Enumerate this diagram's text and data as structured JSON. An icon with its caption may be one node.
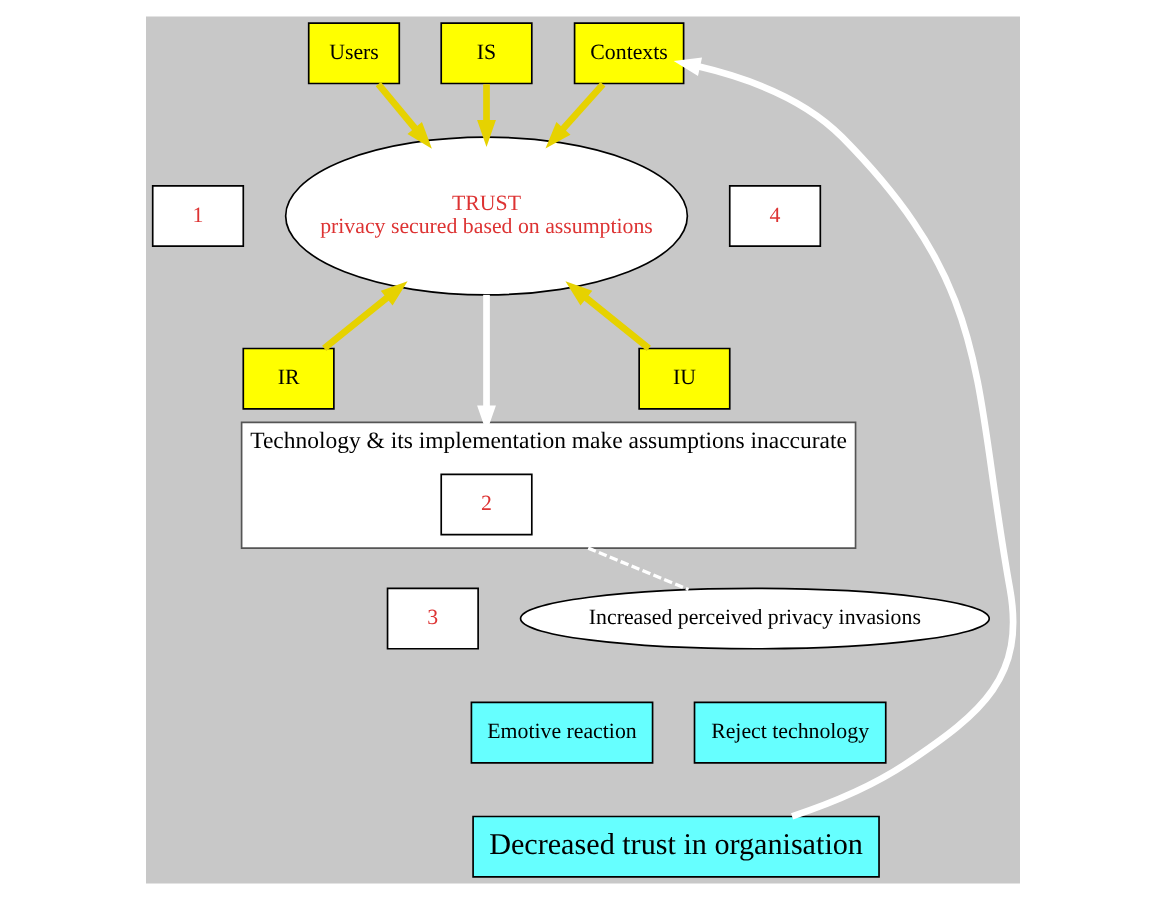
{
  "diagram": {
    "nodes": [
      {
        "text": [
          "Users"
        ]
      },
      {
        "text": [
          "IS"
        ]
      },
      {
        "text": [
          "Contexts"
        ]
      },
      {
        "text": [
          "IR"
        ]
      },
      {
        "text": [
          "IU"
        ]
      },
      {
        "text": [
          "TRUST",
          "privacy secured based on assumptions"
        ]
      },
      {
        "text": [
          "1"
        ]
      },
      {
        "text": [
          "Technology & its implementation make assumptions inaccurate"
        ]
      },
      {
        "text": [
          "2"
        ],
        "in": 7
      },
      {
        "text": [
          "Increased perceived privacy invasions"
        ]
      },
      {
        "text": [
          "3"
        ]
      },
      {
        "text": [
          "Emotive reaction"
        ]
      },
      {
        "text": [
          "Reject technology"
        ]
      },
      {
        "text": [
          "Decreased trust in organisation"
        ]
      },
      {
        "text": [
          "4"
        ]
      }
    ],
    "edges": [
      {
        "from": 0,
        "to": 5,
        "arrow": "to"
      },
      {
        "from": 1,
        "to": 5,
        "arrow": "to"
      },
      {
        "from": 2,
        "to": 5,
        "arrow": "to"
      },
      {
        "from": 3,
        "to": 5,
        "arrow": "to"
      },
      {
        "from": 4,
        "to": 5,
        "arrow": "to"
      },
      {
        "from": 5,
        "to": 7,
        "arrow": "to",
        "color": "#ffffff"
      },
      {
        "from": 7,
        "to": 9,
        "arrow": "none",
        "style": "dashed",
        "color": "#ffffff"
      },
      {
        "from": 13,
        "to": 2,
        "arrow": "to",
        "color": "#ffffff"
      }
    ]
  }
}
